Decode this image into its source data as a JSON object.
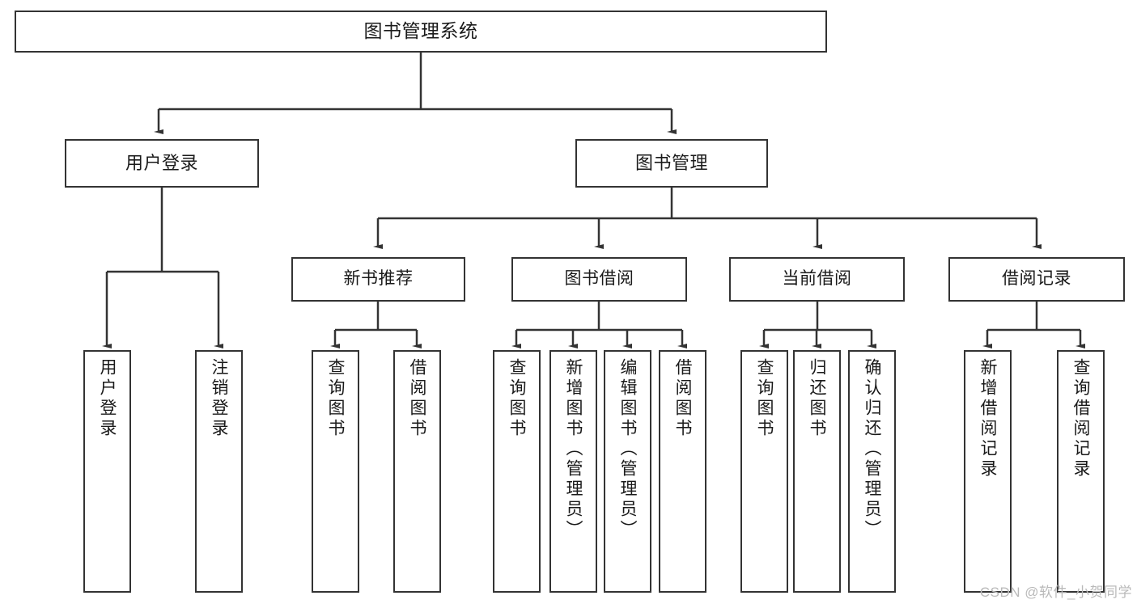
{
  "diagram": {
    "type": "tree-hierarchy-chart",
    "title": "图书管理系统",
    "watermark": "CSDN @软件_小贺同学",
    "colors": {
      "stroke": "#333333",
      "background": "#ffffff",
      "text": "#1a1a1a",
      "watermark": "#b9b9b9"
    },
    "root": {
      "label": "图书管理系统"
    },
    "level1": [
      {
        "label": "用户登录"
      },
      {
        "label": "图书管理"
      }
    ],
    "level2": [
      {
        "label": "新书推荐"
      },
      {
        "label": "图书借阅"
      },
      {
        "label": "当前借阅"
      },
      {
        "label": "借阅记录"
      }
    ],
    "leaves": {
      "user_login": [
        {
          "label": "用户登录"
        },
        {
          "label": "注销登录"
        }
      ],
      "new_book_recommend": [
        {
          "label": "查询图书"
        },
        {
          "label": "借阅图书"
        }
      ],
      "book_borrow": [
        {
          "label": "查询图书"
        },
        {
          "label": "新增图书（管理员）"
        },
        {
          "label": "编辑图书（管理员）"
        },
        {
          "label": "借阅图书"
        }
      ],
      "current_borrow": [
        {
          "label": "查询图书"
        },
        {
          "label": "归还图书"
        },
        {
          "label": "确认归还（管理员）"
        }
      ],
      "borrow_record": [
        {
          "label": "新增借阅记录"
        },
        {
          "label": "查询借阅记录"
        }
      ]
    }
  }
}
